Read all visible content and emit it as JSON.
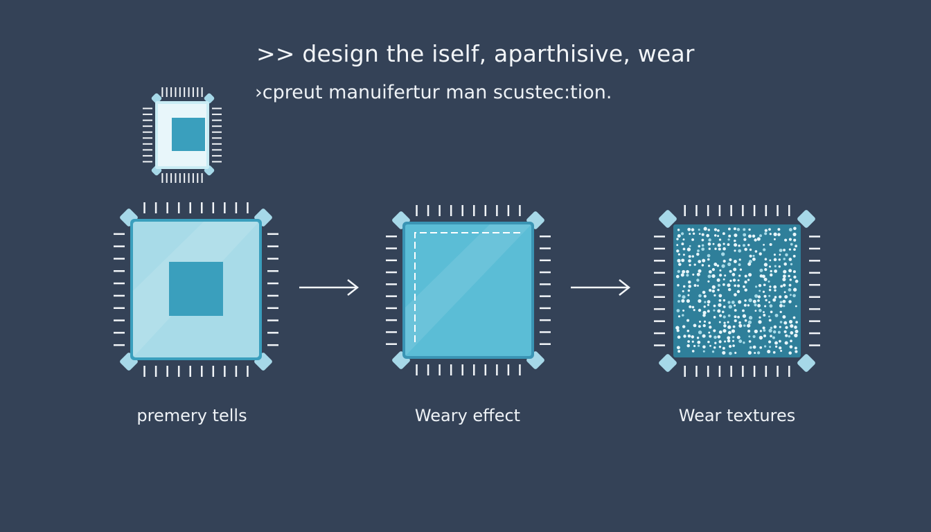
{
  "header": {
    "title": ">> design the iself, aparthisive, wear",
    "subtitle": "›cpreut manuifertur man scustec:tion."
  },
  "stages": [
    {
      "label": "premery tells"
    },
    {
      "label": "Weary effect"
    },
    {
      "label": "Wear textures"
    }
  ],
  "colors": {
    "background": "#344257",
    "chip_light": "#a8dbe8",
    "chip_mid": "#5bbdd6",
    "chip_core": "#3a9fbd",
    "pin": "#f2f5f8",
    "corner_pad": "#a6d8e8"
  }
}
